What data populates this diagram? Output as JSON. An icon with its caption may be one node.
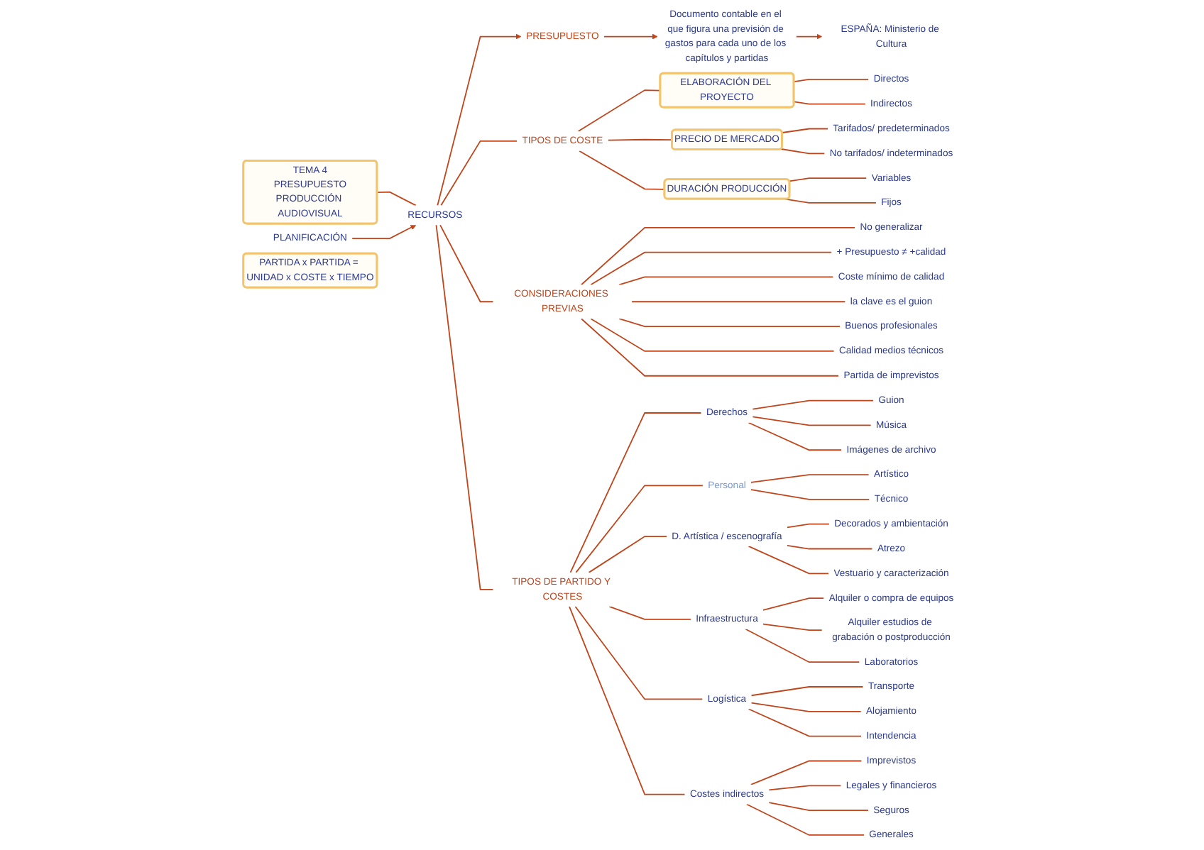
{
  "diagram": {
    "nodes": [
      {
        "text": [
          "TEMA 4",
          "PRESUPUESTO",
          "PRODUCCIÓN AUDIOVISUAL"
        ]
      },
      {
        "text": [
          "PLANIFICACIÓN"
        ]
      },
      {
        "text": [
          "RECURSOS"
        ]
      },
      {
        "text": [
          "PRESUPUESTO"
        ]
      },
      {
        "text": [
          "Documento contable en el que figura una previsión de gastos para cada uno de los capítulos y partidas"
        ]
      },
      {
        "text": [
          "ESPAÑA: Ministerio de Cultura"
        ]
      },
      {
        "text": [
          "TIPOS DE COSTE"
        ]
      },
      {
        "text": [
          "ELABORACIÓN DEL PROYECTO"
        ]
      },
      {
        "text": [
          "Directos"
        ]
      },
      {
        "text": [
          "Indirectos"
        ]
      },
      {
        "text": [
          "PRECIO DE MERCADO"
        ]
      },
      {
        "text": [
          "Tarifados/ predeterminados"
        ]
      },
      {
        "text": [
          "No tarifados/ indeterminados"
        ]
      },
      {
        "text": [
          "DURACIÓN PRODUCCIÓN"
        ]
      },
      {
        "text": [
          "Variables"
        ]
      },
      {
        "text": [
          "Fijos"
        ]
      },
      {
        "text": [
          "CONSIDERACIONES PREVIAS"
        ]
      },
      {
        "text": [
          "No generalizar"
        ]
      },
      {
        "text": [
          "+ Presupuesto ≠ +calidad"
        ]
      },
      {
        "text": [
          "Coste mínimo de calidad"
        ]
      },
      {
        "text": [
          "la clave es el guion"
        ]
      },
      {
        "text": [
          "Buenos profesionales"
        ]
      },
      {
        "text": [
          "Calidad medios técnicos"
        ]
      },
      {
        "text": [
          "Partida de imprevistos"
        ]
      },
      {
        "text": [
          "TIPOS DE PARTIDO Y COSTES"
        ]
      },
      {
        "text": [
          "Derechos"
        ]
      },
      {
        "text": [
          "Guion"
        ]
      },
      {
        "text": [
          "Música"
        ]
      },
      {
        "text": [
          "Imágenes de archivo"
        ]
      },
      {
        "text": [
          "Personal"
        ]
      },
      {
        "text": [
          "Artístico"
        ]
      },
      {
        "text": [
          "Técnico"
        ]
      },
      {
        "text": [
          "D. Artística / escenografía"
        ]
      },
      {
        "text": [
          "Decorados y ambientación"
        ]
      },
      {
        "text": [
          "Atrezo"
        ]
      },
      {
        "text": [
          "Vestuario y caracterización"
        ]
      },
      {
        "text": [
          "Infraestructura"
        ]
      },
      {
        "text": [
          "Alquiler o compra de equipos"
        ]
      },
      {
        "text": [
          "Alquiler estudios de grabación o postproducción"
        ]
      },
      {
        "text": [
          "Laboratorios"
        ]
      },
      {
        "text": [
          "Logística"
        ]
      },
      {
        "text": [
          "Transporte"
        ]
      },
      {
        "text": [
          "Alojamiento"
        ]
      },
      {
        "text": [
          "Intendencia"
        ]
      },
      {
        "text": [
          "Costes indirectos"
        ]
      },
      {
        "text": [
          "Imprevistos"
        ]
      },
      {
        "text": [
          "Legales y financieros"
        ]
      },
      {
        "text": [
          "Seguros"
        ]
      },
      {
        "text": [
          "Generales"
        ]
      },
      {
        "text": [
          "PARTIDA x PARTIDA = UNIDAD x COSTE x TIEMPO"
        ]
      }
    ],
    "edges": [
      {
        "from": 0,
        "to": 2,
        "arrow": "none"
      },
      {
        "from": 1,
        "to": 2,
        "arrow": "to"
      },
      {
        "from": 2,
        "to": 3,
        "arrow": "to"
      },
      {
        "from": 3,
        "to": 4,
        "arrow": "to"
      },
      {
        "from": 4,
        "to": 5,
        "arrow": "to"
      },
      {
        "from": 2,
        "to": 6,
        "arrow": "none"
      },
      {
        "from": 2,
        "to": 16,
        "arrow": "none"
      },
      {
        "from": 2,
        "to": 24,
        "arrow": "none"
      },
      {
        "from": 6,
        "to": 7,
        "arrow": "none"
      },
      {
        "from": 7,
        "to": 8,
        "arrow": "none"
      },
      {
        "from": 7,
        "to": 9,
        "arrow": "none"
      },
      {
        "from": 6,
        "to": 10,
        "arrow": "none"
      },
      {
        "from": 10,
        "to": 11,
        "arrow": "none"
      },
      {
        "from": 10,
        "to": 12,
        "arrow": "none"
      },
      {
        "from": 6,
        "to": 13,
        "arrow": "none"
      },
      {
        "from": 13,
        "to": 14,
        "arrow": "none"
      },
      {
        "from": 13,
        "to": 15,
        "arrow": "none"
      },
      {
        "from": 16,
        "to": 17,
        "arrow": "none"
      },
      {
        "from": 16,
        "to": 18,
        "arrow": "none"
      },
      {
        "from": 16,
        "to": 19,
        "arrow": "none"
      },
      {
        "from": 16,
        "to": 20,
        "arrow": "none"
      },
      {
        "from": 16,
        "to": 21,
        "arrow": "none"
      },
      {
        "from": 16,
        "to": 22,
        "arrow": "none"
      },
      {
        "from": 16,
        "to": 23,
        "arrow": "none"
      },
      {
        "from": 24,
        "to": 25,
        "arrow": "none"
      },
      {
        "from": 25,
        "to": 26,
        "arrow": "none"
      },
      {
        "from": 25,
        "to": 27,
        "arrow": "none"
      },
      {
        "from": 25,
        "to": 28,
        "arrow": "none"
      },
      {
        "from": 24,
        "to": 29,
        "arrow": "none"
      },
      {
        "from": 29,
        "to": 30,
        "arrow": "none"
      },
      {
        "from": 29,
        "to": 31,
        "arrow": "none"
      },
      {
        "from": 24,
        "to": 32,
        "arrow": "none"
      },
      {
        "from": 32,
        "to": 33,
        "arrow": "none"
      },
      {
        "from": 32,
        "to": 34,
        "arrow": "none"
      },
      {
        "from": 32,
        "to": 35,
        "arrow": "none"
      },
      {
        "from": 24,
        "to": 36,
        "arrow": "none"
      },
      {
        "from": 36,
        "to": 37,
        "arrow": "none"
      },
      {
        "from": 36,
        "to": 38,
        "arrow": "none"
      },
      {
        "from": 36,
        "to": 39,
        "arrow": "none"
      },
      {
        "from": 24,
        "to": 40,
        "arrow": "none"
      },
      {
        "from": 40,
        "to": 41,
        "arrow": "none"
      },
      {
        "from": 40,
        "to": 42,
        "arrow": "none"
      },
      {
        "from": 40,
        "to": 43,
        "arrow": "none"
      },
      {
        "from": 24,
        "to": 44,
        "arrow": "none"
      },
      {
        "from": 44,
        "to": 45,
        "arrow": "none"
      },
      {
        "from": 44,
        "to": 46,
        "arrow": "none"
      },
      {
        "from": 44,
        "to": 47,
        "arrow": "none"
      },
      {
        "from": 44,
        "to": 48,
        "arrow": "none"
      }
    ]
  }
}
